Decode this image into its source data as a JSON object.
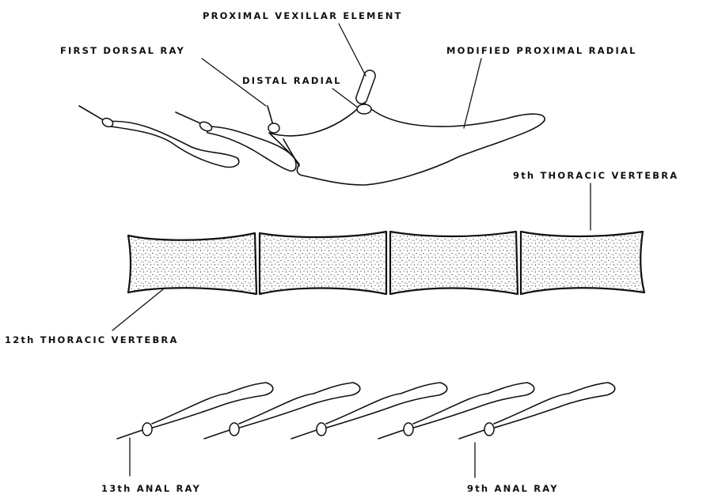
{
  "labels": {
    "proximal_vexillar_element": "PROXIMAL VEXILLAR ELEMENT",
    "first_dorsal_ray": "FIRST DORSAL RAY",
    "distal_radial": "DISTAL RADIAL",
    "modified_proximal_radial": "MODIFIED PROXIMAL RADIAL",
    "ninth_thoracic_vertebra": "9th THORACIC VERTEBRA",
    "twelfth_thoracic_vertebra": "12th THORACIC VERTEBRA",
    "thirteenth_anal_ray": "13th ANAL RAY",
    "ninth_anal_ray": "9th ANAL RAY"
  },
  "colors": {
    "ink": "#111111",
    "background": "#ffffff"
  }
}
